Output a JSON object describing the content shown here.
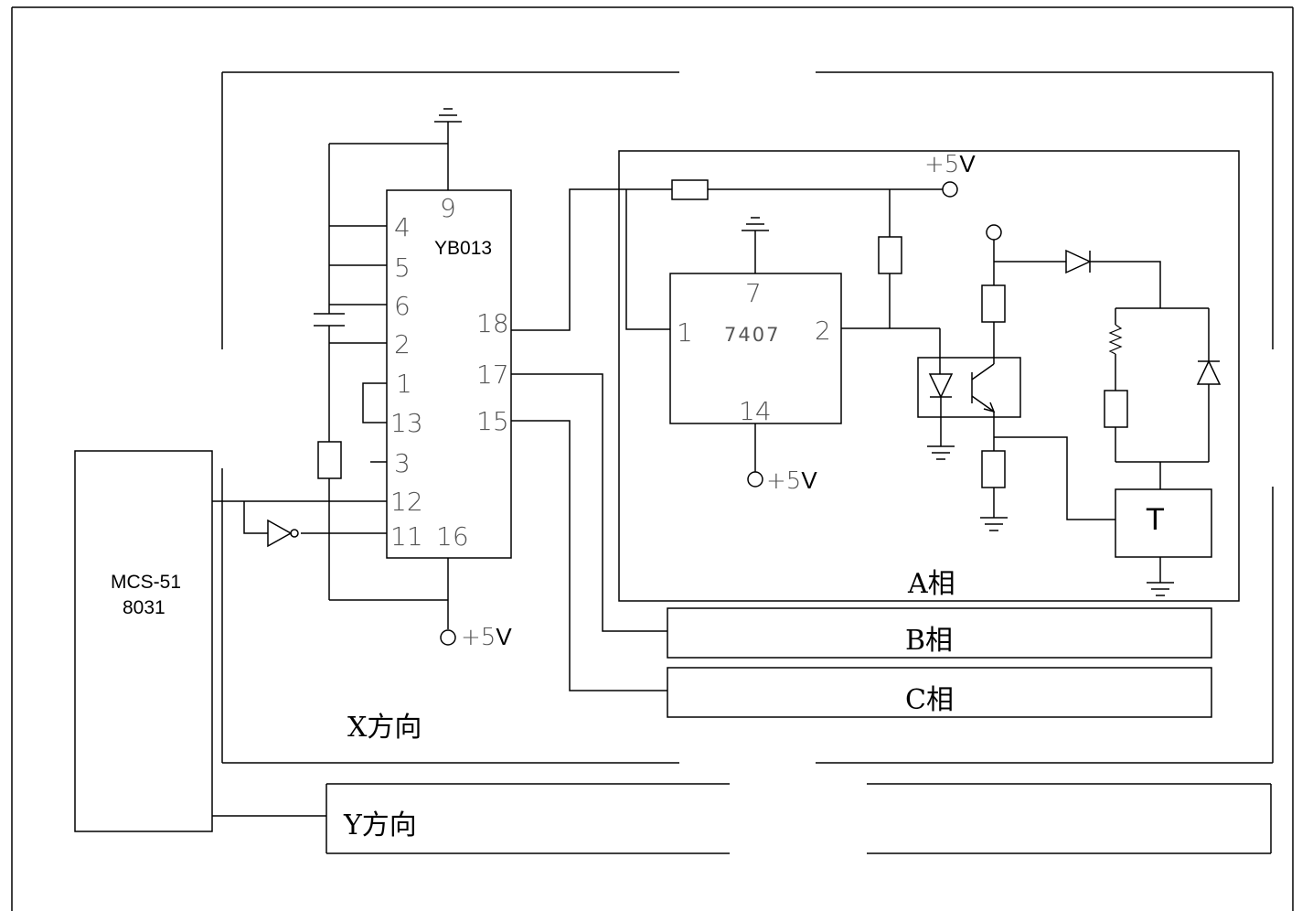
{
  "diagram": {
    "chip_yb013": {
      "label": "YB013",
      "pins_left": [
        "9",
        "4",
        "5",
        "6",
        "2",
        "1",
        "13",
        "3",
        "12",
        "11",
        "16"
      ],
      "pins_right": [
        "18",
        "17",
        "15"
      ]
    },
    "chip_7407": {
      "label": "7407",
      "pins": [
        "7",
        "1",
        "2",
        "14"
      ]
    },
    "mcu": {
      "line1": "MCS-51",
      "line2": "8031"
    },
    "supply_labels": {
      "top_plus": "+5",
      "top_v": "V",
      "mid_plus": "+5",
      "mid_v": "V",
      "bottom_plus": "+5",
      "bottom_v": "V"
    },
    "phases": {
      "a": "A相",
      "b": "B相",
      "c": "C相"
    },
    "directions": {
      "x": "X方向",
      "y": "Y方向"
    },
    "thyristor_label": "T"
  }
}
